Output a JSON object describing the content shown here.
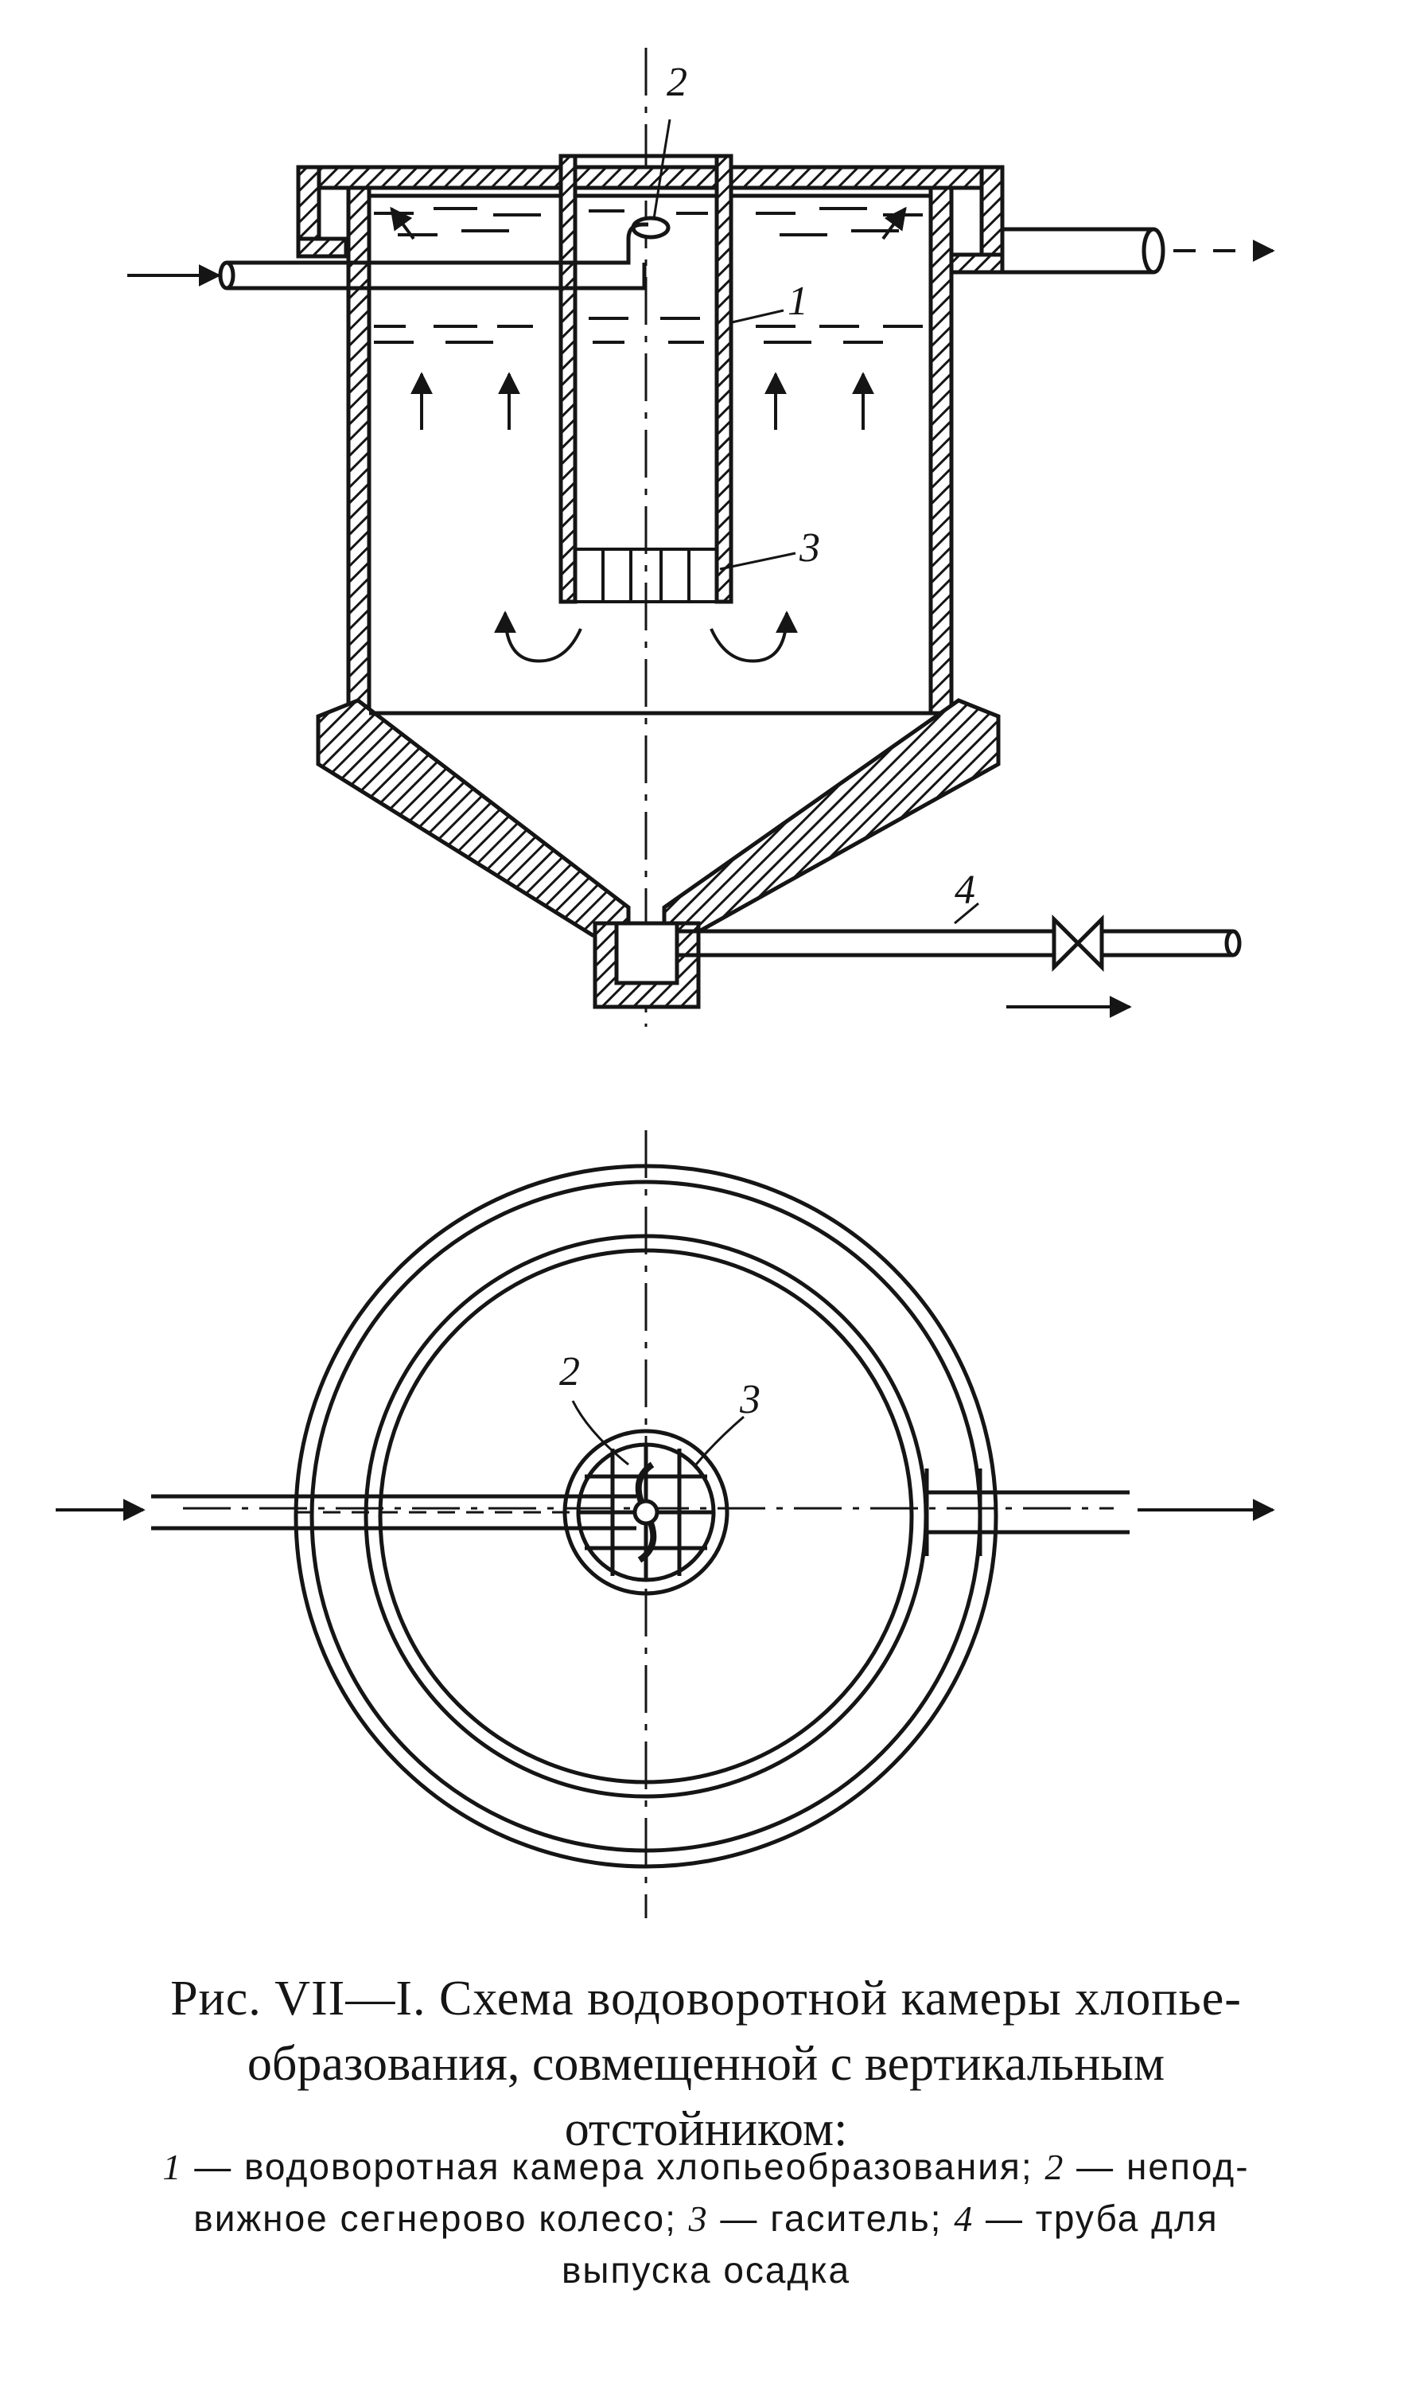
{
  "labels": {
    "l1": "1",
    "l2": "2",
    "l3": "3",
    "l4": "4"
  },
  "caption": {
    "line1": "Рис. VII—I. Схема водоворотной камеры хлопье-",
    "line2": "образования, совмещенной с вертикальным",
    "line3": "отстойником:"
  },
  "legend": {
    "n1": "1",
    "t1": " — водоворотная камера хлопьеобразования; ",
    "n2": "2",
    "t2": " — непод-",
    "t2b": "вижное сегнерово колесо; ",
    "n3": "3",
    "t3": " — гаситель; ",
    "n4": "4",
    "t4": " — труба для",
    "t4b": "выпуска осадка"
  },
  "colors": {
    "ink": "#151515",
    "paper": "#ffffff"
  }
}
